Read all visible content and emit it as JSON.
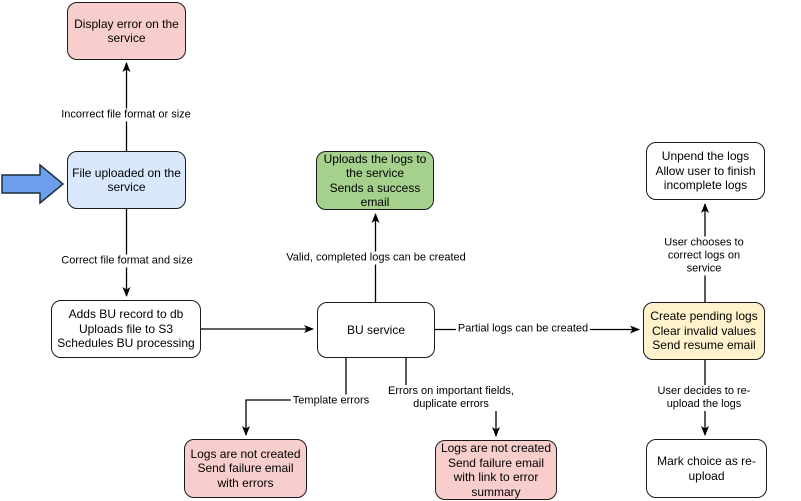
{
  "diagram": {
    "kind": "flowchart",
    "background": "#ffffff"
  },
  "colors": {
    "error_fill": "#f8cecc",
    "start_fill": "#dae8fc",
    "success_fill": "#a5d18d",
    "pending_fill": "#fff2cc",
    "process_fill": "#ffffff",
    "node_stroke": "#1a1a1a",
    "edge_color": "#000000",
    "start_arrow_fill": "#6d9eeb",
    "start_arrow_stroke": "#1c2e40"
  },
  "nodes": [
    {
      "id": "display-error",
      "role": "error",
      "fill": "#f8cecc",
      "text": "Display error on the\nservice"
    },
    {
      "id": "file-uploaded",
      "role": "start",
      "fill": "#dae8fc",
      "text": "File uploaded on the\nservice"
    },
    {
      "id": "process-upload",
      "role": "process",
      "fill": "#ffffff",
      "text": "Adds BU record to db\nUploads file to S3\nSchedules BU processing"
    },
    {
      "id": "bu-service",
      "role": "process",
      "fill": "#ffffff",
      "text": "BU service"
    },
    {
      "id": "success-upload",
      "role": "success",
      "fill": "#a5d18d",
      "text": "Uploads the logs to\nthe service\nSends a success\nemail"
    },
    {
      "id": "failure-template",
      "role": "error",
      "fill": "#f8cecc",
      "text": "Logs are not created\nSend failure email\nwith errors"
    },
    {
      "id": "failure-fields",
      "role": "error",
      "fill": "#f8cecc",
      "text": "Logs are not created\nSend failure email\nwith link to error\nsummary"
    },
    {
      "id": "pending-logs",
      "role": "pending",
      "fill": "#fff2cc",
      "text": "Create pending logs\nClear invalid values\nSend resume email"
    },
    {
      "id": "unpend-logs",
      "role": "process",
      "fill": "#ffffff",
      "text": "Unpend the logs\nAllow user to finish\nincomplete logs"
    },
    {
      "id": "mark-reupload",
      "role": "process",
      "fill": "#ffffff",
      "text": "Mark choice as re-\nupload"
    }
  ],
  "edge_labels": [
    {
      "id": "incorrect-format",
      "text": "Incorrect file format or size"
    },
    {
      "id": "correct-format",
      "text": "Correct file format and size"
    },
    {
      "id": "valid-logs",
      "text": "Valid, completed logs can be created"
    },
    {
      "id": "partial-logs",
      "text": "Partial logs can be created"
    },
    {
      "id": "template-errors",
      "text": "Template errors"
    },
    {
      "id": "field-errors",
      "text": "Errors on important fields,\nduplicate errors"
    },
    {
      "id": "correct-on-service",
      "text": "User chooses to correct logs on service"
    },
    {
      "id": "reupload",
      "text": "User decides to re-upload the logs"
    }
  ]
}
